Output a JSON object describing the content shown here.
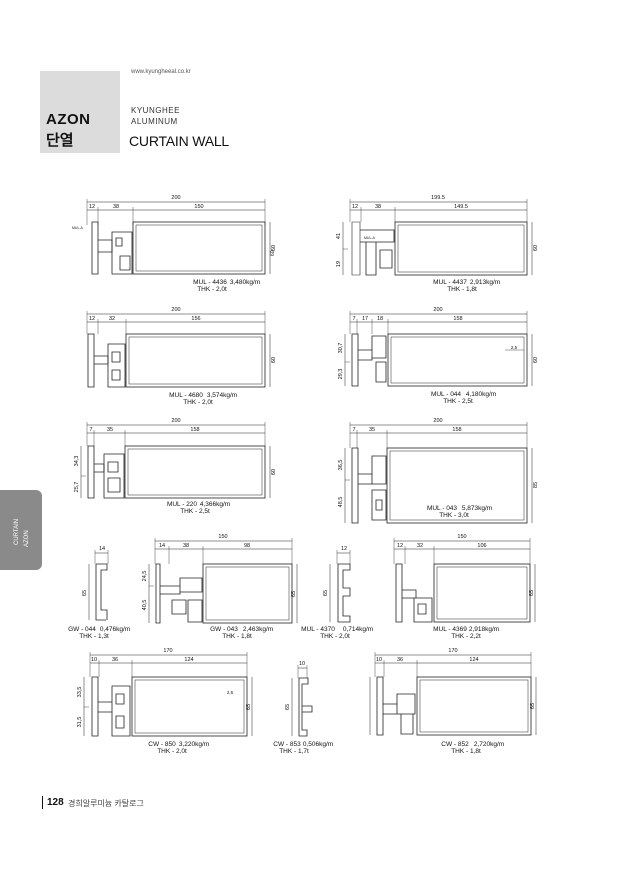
{
  "header": {
    "title": "AZON",
    "subtitle": "단열",
    "url": "www.kyungheeal.co.kr",
    "brand_line1": "KYUNGHEE",
    "brand_line2": "ALUMINUM",
    "category": "CURTAIN WALL"
  },
  "side_tab": {
    "line1": "CURTAIN",
    "line2": "AZON"
  },
  "footer": {
    "page_number": "128",
    "text": "경희알루미늄 카탈로그"
  },
  "profiles": [
    {
      "code": "MUL - 4436",
      "weight": "3,480kg/m",
      "thk": "THK - 2,0t",
      "dims": {
        "width_total": "200",
        "w1": "12",
        "w2": "38",
        "w3": "150",
        "height": "60"
      },
      "tag": "MUL-A"
    },
    {
      "code": "MUL - 4437",
      "weight": "2,913kg/m",
      "thk": "THK - 1,8t",
      "dims": {
        "width_total": "199.5",
        "w1": "12",
        "w2": "38",
        "w3": "149.5",
        "height": "60",
        "h_top": "41",
        "h_bottom": "19"
      },
      "tag": "MUL-A"
    },
    {
      "code": "MUL - 4680",
      "weight": "3,574kg/m",
      "thk": "THK - 2,0t",
      "dims": {
        "width_total": "200",
        "w1": "12",
        "w2": "32",
        "w3": "156",
        "height": "60"
      }
    },
    {
      "code": "MUL - 044",
      "weight": "4,180kg/m",
      "thk": "THK - 2,5t",
      "dims": {
        "width_total": "200",
        "w1": "7",
        "w2": "17",
        "w3": "18",
        "w4": "158",
        "height": "60",
        "h_top": "30,7",
        "h_bottom": "29,3",
        "gap": "2,5"
      }
    },
    {
      "code": "MUL - 220",
      "weight": "4,366kg/m",
      "thk": "THK - 2,5t",
      "dims": {
        "width_total": "200",
        "w1": "7",
        "w2": "35",
        "w3": "158",
        "height": "60",
        "h_top": "34,3",
        "h_bottom": "25,7"
      }
    },
    {
      "code": "MUL - 043",
      "weight": "5,873kg/m",
      "thk": "THK - 3,0t",
      "dims": {
        "width_total": "200",
        "w1": "7",
        "w2": "35",
        "w3": "158",
        "height": "85",
        "h_top": "36,5",
        "h_bottom": "48,5"
      }
    },
    {
      "code": "GW - 044",
      "weight": "0,476kg/m",
      "thk": "THK - 1,3t",
      "dims": {
        "width_total": "14",
        "height": "65"
      }
    },
    {
      "code": "GW - 043",
      "weight": "2,463kg/m",
      "thk": "THK - 1,8t",
      "dims": {
        "width_total": "150",
        "w1": "14",
        "w2": "38",
        "w3": "98",
        "height": "65",
        "h_top": "24,5",
        "h_bottom": "40,5"
      }
    },
    {
      "code": "MUL - 4370",
      "weight": "0,714kg/m",
      "thk": "THK - 2,0t",
      "dims": {
        "width_total": "12",
        "height": "65"
      }
    },
    {
      "code": "MUL - 4369",
      "weight": "2,918kg/m",
      "thk": "THK - 2,2t",
      "dims": {
        "width_total": "150",
        "w1": "12",
        "w2": "32",
        "w3": "106",
        "height": "65"
      }
    },
    {
      "code": "CW - 850",
      "weight": "3,220kg/m",
      "thk": "THK - 2,0t",
      "dims": {
        "width_total": "170",
        "w1": "10",
        "w2": "36",
        "w3": "124",
        "height": "65",
        "h_top": "33,5",
        "h_bottom": "31,5",
        "gap": "2,5"
      }
    },
    {
      "code": "CW - 853",
      "weight": "0,506kg/m",
      "thk": "THK - 1,7t",
      "dims": {
        "width_total": "10",
        "height": "65"
      }
    },
    {
      "code": "CW - 852",
      "weight": "2,720kg/m",
      "thk": "THK - 1,8t",
      "dims": {
        "width_total": "170",
        "w1": "10",
        "w2": "36",
        "w3": "124",
        "height": "65"
      }
    }
  ]
}
